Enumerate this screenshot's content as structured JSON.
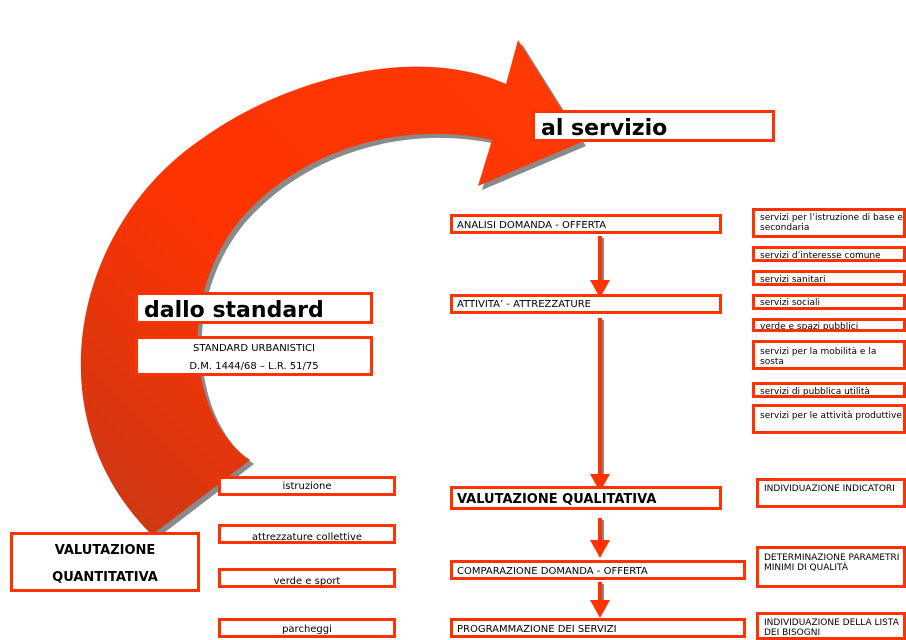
{
  "headings": {
    "to_service": "al servizio",
    "from_standard": "dallo standard",
    "standards_line1": "STANDARD URBANISTICI",
    "standards_line2": "D.M. 1444/68 – L.R. 51/75",
    "quant_line1": "VALUTAZIONE",
    "quant_line2": "QUANTITATIVA"
  },
  "process": {
    "analysis": "ANALISI DOMANDA - OFFERTA",
    "activities": "ATTIVITA’ - ATTREZZATURE",
    "qualitative": "VALUTAZIONE QUALITATIVA",
    "comparison": "COMPARAZIONE DOMANDA - OFFERTA",
    "programming": "PROGRAMMAZIONE DEI SERVIZI"
  },
  "services": [
    "servizi per l’istruzione di base e secondaria",
    "servizi d’interesse comune",
    "servizi sanitari",
    "servizi sociali",
    "verde e spazi pubblici",
    "servizi per la mobilità e la sosta",
    "servizi di pubblica utilità",
    "servizi per le attività produttive"
  ],
  "outputs": {
    "indicators": "INDIVIDUAZIONE INDICATORI",
    "parameters": "DETERMINAZIONE PARAMETRI MINIMI DI QUALITÀ",
    "needs": "INDIVIDUAZIONE DELLA LISTA DEI BISOGNI"
  },
  "quantitative_items": [
    "istruzione",
    "attrezzature collettive",
    "verde e sport",
    "parcheggi"
  ],
  "colors": {
    "accent": "#ff3300",
    "shadow": "#888888",
    "arrow_dark": "#c43a1a"
  }
}
